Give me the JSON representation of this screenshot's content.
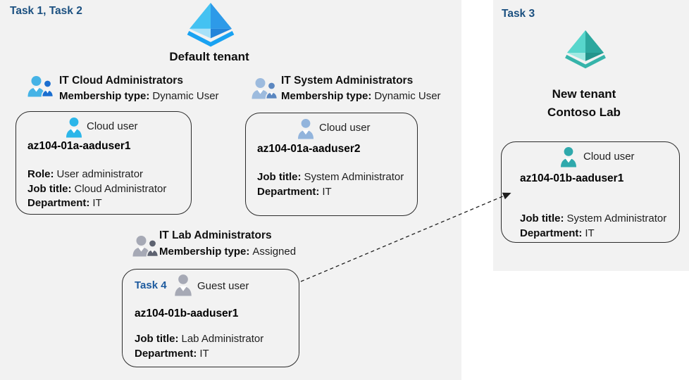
{
  "colors": {
    "panel_bg": "#f2f2f2",
    "task_label_blue": "#1b5080",
    "task4_blue": "#1d5a9e",
    "card_border": "#2b2b2b",
    "text": "#1a1a1a",
    "arrow": "#1f1f1f",
    "aad_tenant_blue_palette": [
      "#44c2f2",
      "#2d9ae8",
      "#a6e1f9",
      "#2384da",
      "#19a2f2"
    ],
    "aad_tenant_teal_palette": [
      "#57d6cc",
      "#2ca79e",
      "#a0e9e2",
      "#24958c",
      "#36b4aa"
    ],
    "user_icon_cyan": "#2cb6e9",
    "user_icon_steel": "#92b4dc",
    "user_icon_gray": "#a6a9b5",
    "user_icon_teal": "#2fa9ac",
    "group_icon_blue": [
      "#45b3e6",
      "#1a6ed0"
    ],
    "group_icon_steel": [
      "#9dbbde",
      "#5b87c0"
    ],
    "group_icon_gray": [
      "#a6a9b5",
      "#5d6270"
    ]
  },
  "left_panel": {
    "task_label": "Task 1, Task 2",
    "tenant": {
      "name": "Default tenant",
      "icon": "azure-ad-tenant-icon"
    },
    "groups": [
      {
        "title": "IT Cloud Administrators",
        "membership_label": "Membership type:",
        "membership_value": "Dynamic User",
        "icon": "group-users-icon"
      },
      {
        "title": "IT System Administrators",
        "membership_label": "Membership type:",
        "membership_value": "Dynamic User",
        "icon": "group-users-icon"
      },
      {
        "title": "IT Lab Administrators",
        "membership_label": "Membership type:",
        "membership_value": "Assigned",
        "icon": "group-users-icon"
      }
    ],
    "cards": [
      {
        "user_type": "Cloud user",
        "icon": "user-icon",
        "name": "az104-01a-aaduser1",
        "fields": [
          {
            "label": "Role:",
            "value": "User administrator"
          },
          {
            "label": "Job title:",
            "value": "Cloud Administrator"
          },
          {
            "label": "Department:",
            "value": "IT"
          }
        ]
      },
      {
        "user_type": "Cloud user",
        "icon": "user-icon",
        "name": "az104-01a-aaduser2",
        "fields": [
          {
            "label": "Job title:",
            "value": "System Administrator"
          },
          {
            "label": "Department:",
            "value": "IT"
          }
        ]
      },
      {
        "task_label": "Task 4",
        "user_type": "Guest user",
        "icon": "user-icon",
        "name": "az104-01b-aaduser1",
        "fields": [
          {
            "label": "Job title:",
            "value": "Lab Administrator"
          },
          {
            "label": "Department:",
            "value": "IT"
          }
        ]
      }
    ]
  },
  "right_panel": {
    "task_label": "Task 3",
    "tenant": {
      "name_line1": "New tenant",
      "name_line2": "Contoso Lab",
      "icon": "azure-ad-tenant-icon"
    },
    "card": {
      "user_type": "Cloud user",
      "icon": "user-icon",
      "name": "az104-01b-aaduser1",
      "fields": [
        {
          "label": "Job title:",
          "value": "System Administrator"
        },
        {
          "label": "Department:",
          "value": "IT"
        }
      ]
    }
  },
  "arrow": {
    "from": "guest-user-card",
    "to": "new-tenant-cloud-user-card",
    "style": "dashed"
  }
}
